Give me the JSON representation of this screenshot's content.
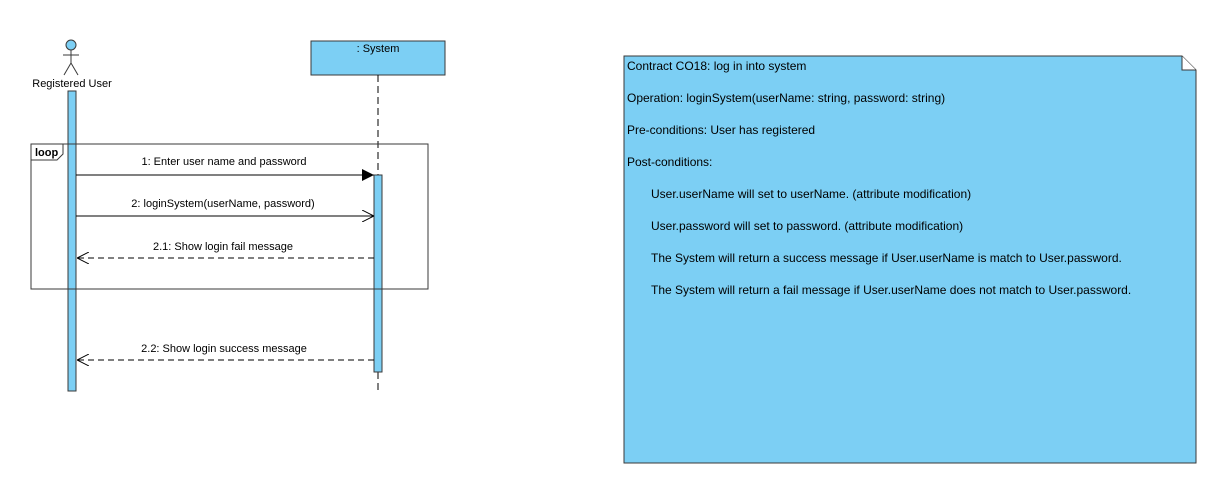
{
  "actor": {
    "name": "Registered User"
  },
  "system": {
    "name": ": System"
  },
  "fragment": {
    "operator": "loop"
  },
  "messages": [
    {
      "label": "1: Enter user name and password",
      "kind": "sync"
    },
    {
      "label": "2: loginSystem(userName, password)",
      "kind": "async"
    },
    {
      "label": "2.1: Show login fail message",
      "kind": "return"
    },
    {
      "label": "2.2: Show login success message",
      "kind": "return"
    }
  ],
  "note": {
    "lines": [
      {
        "text": "Contract CO18: log in into system",
        "indent": false
      },
      {
        "text": "Operation: loginSystem(userName: string, password: string)",
        "indent": false
      },
      {
        "text": "Pre-conditions: User has registered",
        "indent": false
      },
      {
        "text": "Post-conditions:",
        "indent": false
      },
      {
        "text": "User.userName will set to userName. (attribute modification)",
        "indent": true
      },
      {
        "text": "User.password will set to password. (attribute modification)",
        "indent": true
      },
      {
        "text": "The System will return a success message if User.userName is match to User.password.",
        "indent": true
      },
      {
        "text": "The System will return a fail message if User.userName does not match to User.password.",
        "indent": true
      }
    ]
  },
  "colors": {
    "fill": "#7ccff4",
    "stroke": "#3a3a3a"
  }
}
